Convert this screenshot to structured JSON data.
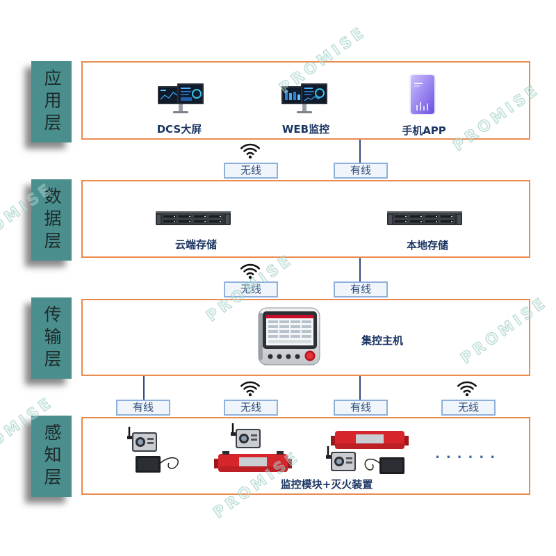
{
  "layers": [
    {
      "tag": "应用层",
      "items": [
        {
          "label": "DCS大屏"
        },
        {
          "label": "WEB监控"
        },
        {
          "label": "手机APP"
        }
      ]
    },
    {
      "tag": "数据层",
      "items": [
        {
          "label": "云端存储"
        },
        {
          "label": "本地存储"
        }
      ]
    },
    {
      "tag": "传输层",
      "items": [
        {
          "label": "集控主机"
        }
      ]
    },
    {
      "tag": "感知层",
      "items": [
        {
          "label": "监控模块+灭火装置"
        }
      ],
      "ellipsis": "......"
    }
  ],
  "links": {
    "application_data": {
      "wireless": "无线",
      "wired": "有线"
    },
    "data_transmission": {
      "wireless": "无线",
      "wired": "有线"
    },
    "transmission_sensing": [
      "有线",
      "无线",
      "有线",
      "无线"
    ]
  },
  "watermark": "PROMISE",
  "colors": {
    "layer_tag": "#4b8e8e",
    "layer_frame": "#ea8a4e",
    "link_box_border": "#8eb0da",
    "link_box_fill": "#f0f5fb",
    "label_text": "#1b3562",
    "wire": "#2a4b7c"
  }
}
